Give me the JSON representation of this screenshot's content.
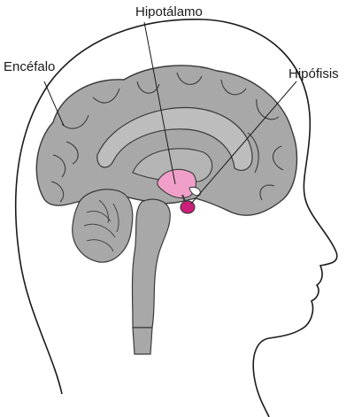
{
  "labels": {
    "hypothalamus": "Hipotálamo",
    "brain": "Encéfalo",
    "pituitary": "Hipófisis"
  },
  "colors": {
    "brain_fill": "#a8a8a8",
    "brain_stroke": "#3a3a3a",
    "outline": "#1a1a1a",
    "hypothalamus": "#f0a0c8",
    "pituitary": "#cc1f7a",
    "background": "#ffffff"
  }
}
